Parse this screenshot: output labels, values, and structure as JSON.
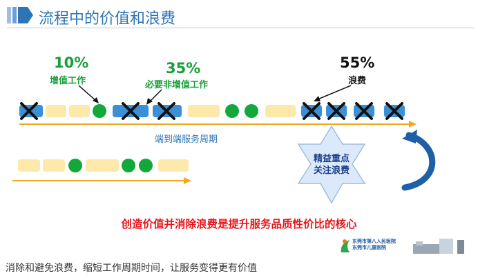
{
  "title": "流程中的价值和浪费",
  "stats": {
    "value_added": {
      "percent": "10%",
      "label": "增值工作"
    },
    "necessary": {
      "percent": "35%",
      "label": "必要非增值工作"
    },
    "waste": {
      "percent": "55%",
      "label": "浪费"
    }
  },
  "cycle_label": "端到端服务周期",
  "star_text": {
    "line1": "精益重点",
    "line2": "关注浪费"
  },
  "slogan": "创造价值并消除浪费是提升服务品质性价比的核心",
  "logo": {
    "hospital_1": "东莞市第八人民医院",
    "hospital_2": "东莞市儿童医院"
  },
  "caption": "消除和避免浪费，缩短工作周期时间，让服务变得更有价值",
  "colors": {
    "title_blue": "#2e75b6",
    "value_green": "#13a83a",
    "necessary_yellow": "#fde9a9",
    "waste_blue": "#3b8fd6",
    "arrow_orange": "#f5a623",
    "slogan_red": "#e8141c",
    "star_fill": "#dbe9fb",
    "curve_blue": "#1f5fa8"
  },
  "icons": [
    "title-arrow-icon",
    "cross-mark-icon",
    "star-badge-icon",
    "curved-arrow-icon",
    "hospital-logo-icon"
  ]
}
